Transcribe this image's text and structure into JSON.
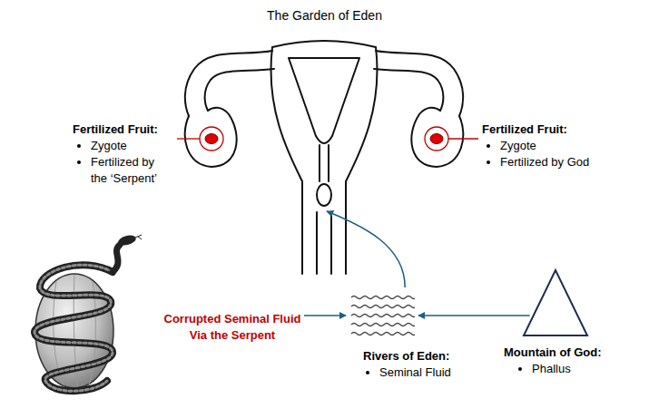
{
  "diagram": {
    "nodes": [
      {
        "text": [
          "The Garden of Eden"
        ]
      },
      {
        "text": [
          "Fertilized Fruit:",
          "Zygote",
          "Fertilized by the ‘Serpent’"
        ]
      },
      {
        "text": [
          "Fertilized Fruit:",
          "Zygote",
          "Fertilized by God"
        ]
      },
      {
        "text": [
          "Corrupted Seminal Fluid Via the Serpent"
        ]
      },
      {
        "text": [
          "Rivers of Eden:",
          "Seminal Fluid"
        ]
      },
      {
        "text": [
          "Mountain of God:",
          "Phallus"
        ]
      }
    ],
    "edges": [
      {
        "from": 3,
        "to": 4,
        "arrow": "to"
      },
      {
        "from": 5,
        "to": 4,
        "arrow": "to"
      },
      {
        "from": 4,
        "to": 0,
        "arrow": "to"
      }
    ]
  }
}
